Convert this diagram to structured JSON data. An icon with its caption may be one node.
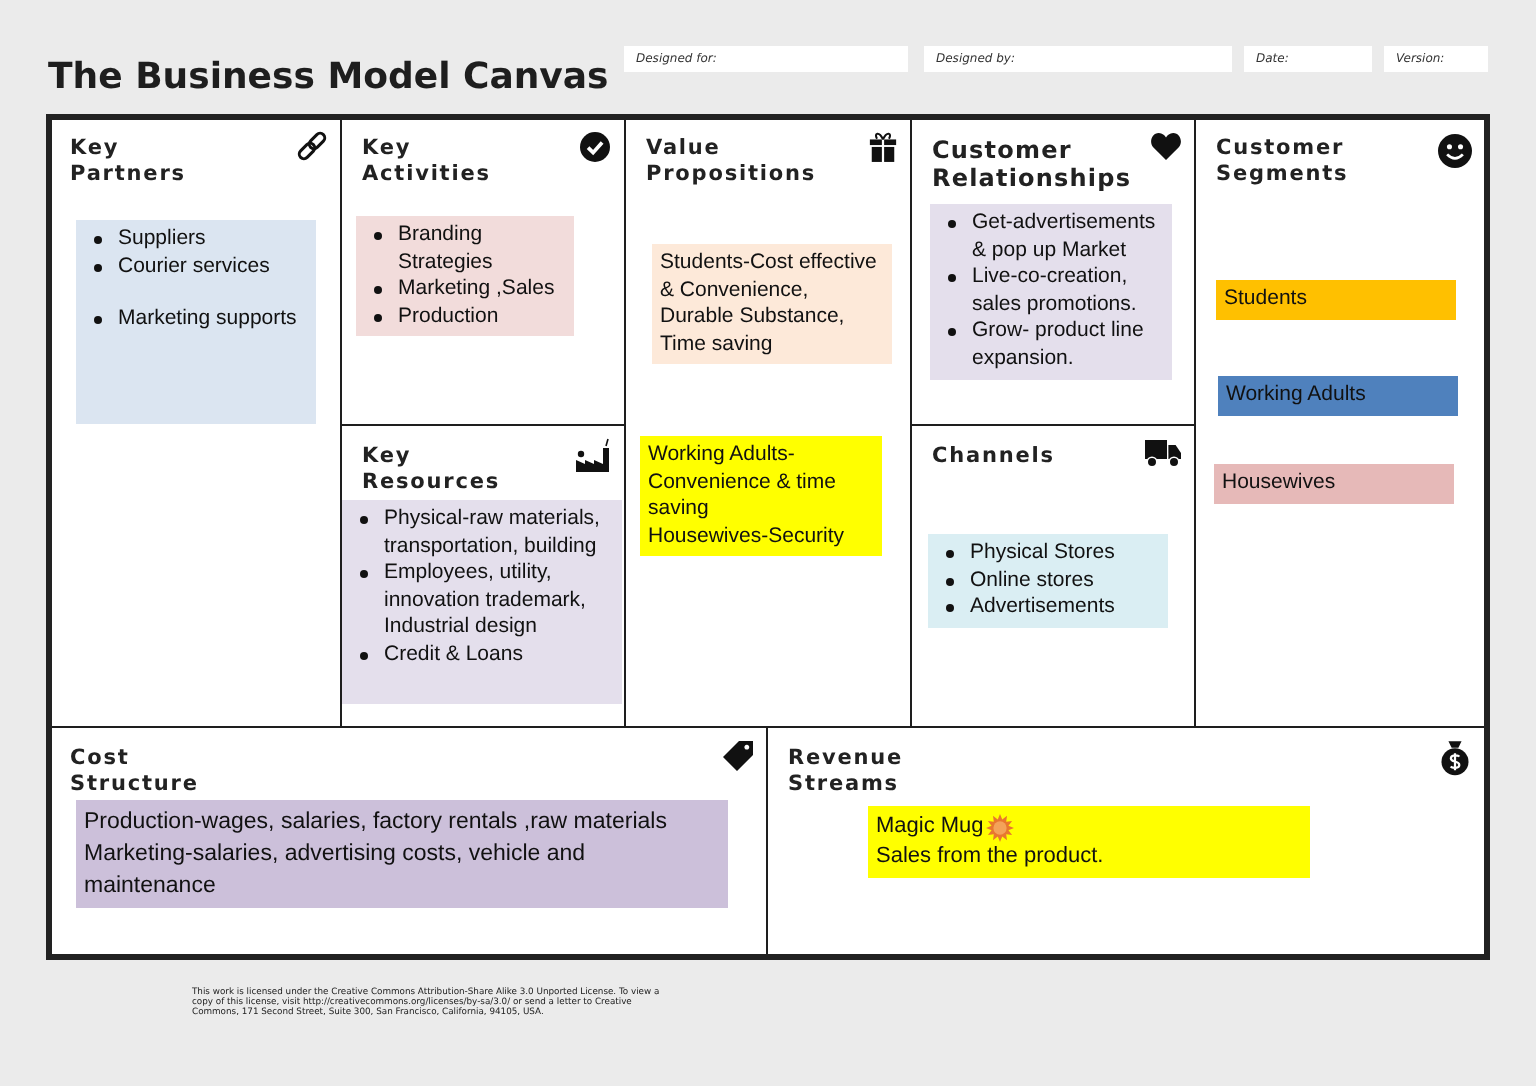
{
  "diagram": {
    "title": "The Business Model Canvas",
    "nodes": [
      {
        "text": [
          "Designed for:"
        ]
      },
      {
        "text": [
          "Designed by:"
        ]
      },
      {
        "text": [
          "Date:"
        ]
      },
      {
        "text": [
          "Version:"
        ]
      },
      {
        "text": [
          "Key Partners"
        ]
      },
      {
        "text": [
          "Suppliers",
          "Courier services",
          "Marketing supports"
        ],
        "in": 4
      },
      {
        "text": [
          "Key Activities"
        ]
      },
      {
        "text": [
          "Branding Strategies",
          "Marketing ,Sales",
          "Production"
        ],
        "in": 6
      },
      {
        "text": [
          "Key Resources"
        ]
      },
      {
        "text": [
          "Physical-raw materials, transportation, building",
          "Employees, utility, innovation trademark, Industrial design",
          "Credit & Loans"
        ],
        "in": 8
      },
      {
        "text": [
          "Value Propositions"
        ]
      },
      {
        "text": [
          "Students-Cost effective & Convenience, Durable Substance, Time saving"
        ],
        "in": 10
      },
      {
        "text": [
          "Working Adults-Convenience & time saving",
          "Housewives-Security"
        ],
        "in": 10
      },
      {
        "text": [
          "Customer Relationships"
        ]
      },
      {
        "text": [
          "Get-advertisements & pop up Market",
          "Live-co-creation, sales promotions.",
          "Grow- product line expansion."
        ],
        "in": 13
      },
      {
        "text": [
          "Channels"
        ]
      },
      {
        "text": [
          "Physical Stores",
          "Online stores",
          "Advertisements"
        ],
        "in": 15
      },
      {
        "text": [
          "Customer Segments"
        ]
      },
      {
        "text": [
          "Students"
        ],
        "in": 17
      },
      {
        "text": [
          "Working Adults"
        ],
        "in": 17
      },
      {
        "text": [
          "Housewives"
        ],
        "in": 17
      },
      {
        "text": [
          "Cost Structure"
        ]
      },
      {
        "text": [
          "Production-wages, salaries, factory rentals ,raw materials",
          "Marketing-salaries, advertising costs, vehicle and maintenance"
        ],
        "in": 21
      },
      {
        "text": [
          "Revenue Streams"
        ]
      },
      {
        "text": [
          "Magic Mug",
          "Sales from the product."
        ],
        "in": 23
      }
    ],
    "labels": [
      "This work is licensed under the Creative Commons Attribution-Share Alike 3.0 Unported License. To view a copy of this license, visit http://creativecommons.org/licenses/by-sa/3.0/ or send a letter to Creative Commons, 171 Second Street, Suite 300, San Francisco, California, 94105, USA."
    ]
  }
}
